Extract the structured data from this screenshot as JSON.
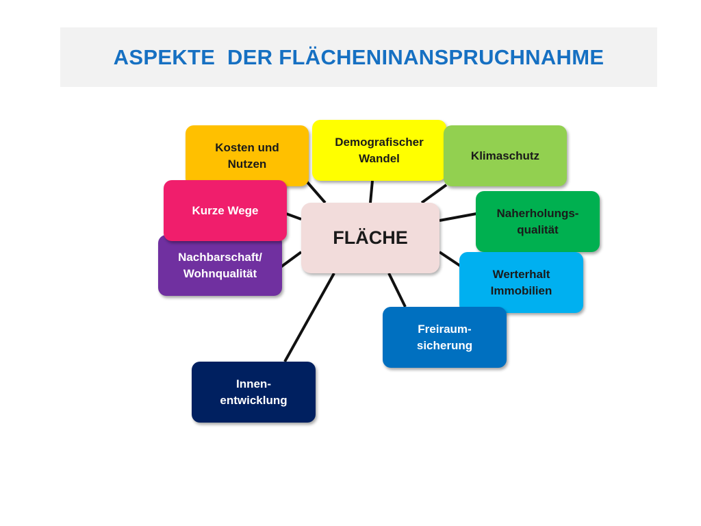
{
  "title": "ASPEKTE  DER FLÄCHENINANSPRUCHNAHME",
  "center": {
    "label": "FLÄCHE",
    "color": "#f2dcdb"
  },
  "nodes": [
    {
      "id": "kosten",
      "label": "Kosten und\nNutzen",
      "color": "#ffc000",
      "text_color": "dark"
    },
    {
      "id": "demografie",
      "label": "Demografischer\nWandel",
      "color": "#ffff00",
      "text_color": "dark"
    },
    {
      "id": "klimaschutz",
      "label": "Klimaschutz",
      "color": "#92d050",
      "text_color": "dark"
    },
    {
      "id": "naherholung",
      "label": "Naherholungs-\nqualität",
      "color": "#00b050",
      "text_color": "dark"
    },
    {
      "id": "werterhalt",
      "label": "Werterhalt\nImmobilien",
      "color": "#00b0f0",
      "text_color": "dark"
    },
    {
      "id": "freiraum",
      "label": "Freiraum-\nsicherung",
      "color": "#0070c0",
      "text_color": "light"
    },
    {
      "id": "innen",
      "label": "Innen-\nentwicklung",
      "color": "#002060",
      "text_color": "light"
    },
    {
      "id": "nachbarschaft",
      "label": "Nachbarschaft/\nWohnqualität",
      "color": "#7030a0",
      "text_color": "light"
    },
    {
      "id": "kurzewege",
      "label": "Kurze Wege",
      "color": "#f01e6c",
      "text_color": "light"
    }
  ]
}
